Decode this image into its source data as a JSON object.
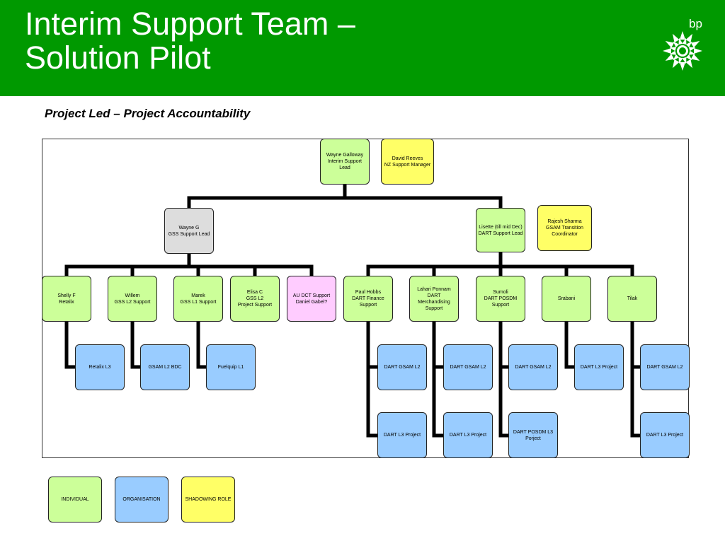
{
  "header": {
    "title_line1": "Interim Support Team –",
    "title_line2": "Solution Pilot",
    "logo_text": "bp",
    "logo_icon": "bp-helios-sunflower-icon",
    "background_color": "#009900"
  },
  "subtitle": "Project Led – Project Accountability",
  "colors": {
    "individual": "#ccff99",
    "organisation": "#99ccff",
    "shadowing_role": "#ffff66",
    "grey": "#dddddd",
    "pink": "#ffccff"
  },
  "org": {
    "top_lead": "Wayne Galloway\nInterim Support Lead",
    "top_shadow": "David Reeves\nNZ Support Manager",
    "gss_lead": "Wayne G\nGSS Support Lead",
    "dart_lead": "Lisette (till mid Dec)\nDART Support Lead",
    "dart_shadow": "Rajesh Sharma\nGSAM Transition\nCoordinator",
    "shelly": "Shelly F\nRetalix",
    "willem": "Willem\nGSS L2 Support",
    "marek": "Marek\nGSS L1 Support",
    "elisa": "Elisa C\nGSS L2\nProject Support",
    "au_dct": "AU DCT Support\nDaniel Gabel?",
    "paul": "Paul Hobbs\nDART Finance\nSupport",
    "lahari": "Lahari  Ponnam\nDART\nMerchandising\nSupport",
    "sumoli": "Sumoli\nDART POSDM Support",
    "srabani": "Srabani",
    "tilak": "Tilak",
    "retalix_l3": "Retalix L3",
    "gsam_l2_bdc": "GSAM L2 BDC",
    "fuelquip_l1": "Fuelquip L1",
    "paul_gsam_l2": "DART GSAM L2",
    "paul_l3_project": "DART L3 Project",
    "lahari_gsam_l2": "DART GSAM L2",
    "lahari_l3_project": "DART L3 Project",
    "sumoli_gsam_l2": "DART GSAM L2",
    "sumoli_posdm_l3": "DART POSDM L3 Porject",
    "srabani_l3_project": "DART L3 Project",
    "tilak_gsam_l2": "DART GSAM L2",
    "tilak_l3_project": "DART L3 Project"
  },
  "legend": {
    "individual": "INDIVIDUAL",
    "organisation": "ORGANISATION",
    "shadowing_role": "SHADOWING ROLE"
  }
}
